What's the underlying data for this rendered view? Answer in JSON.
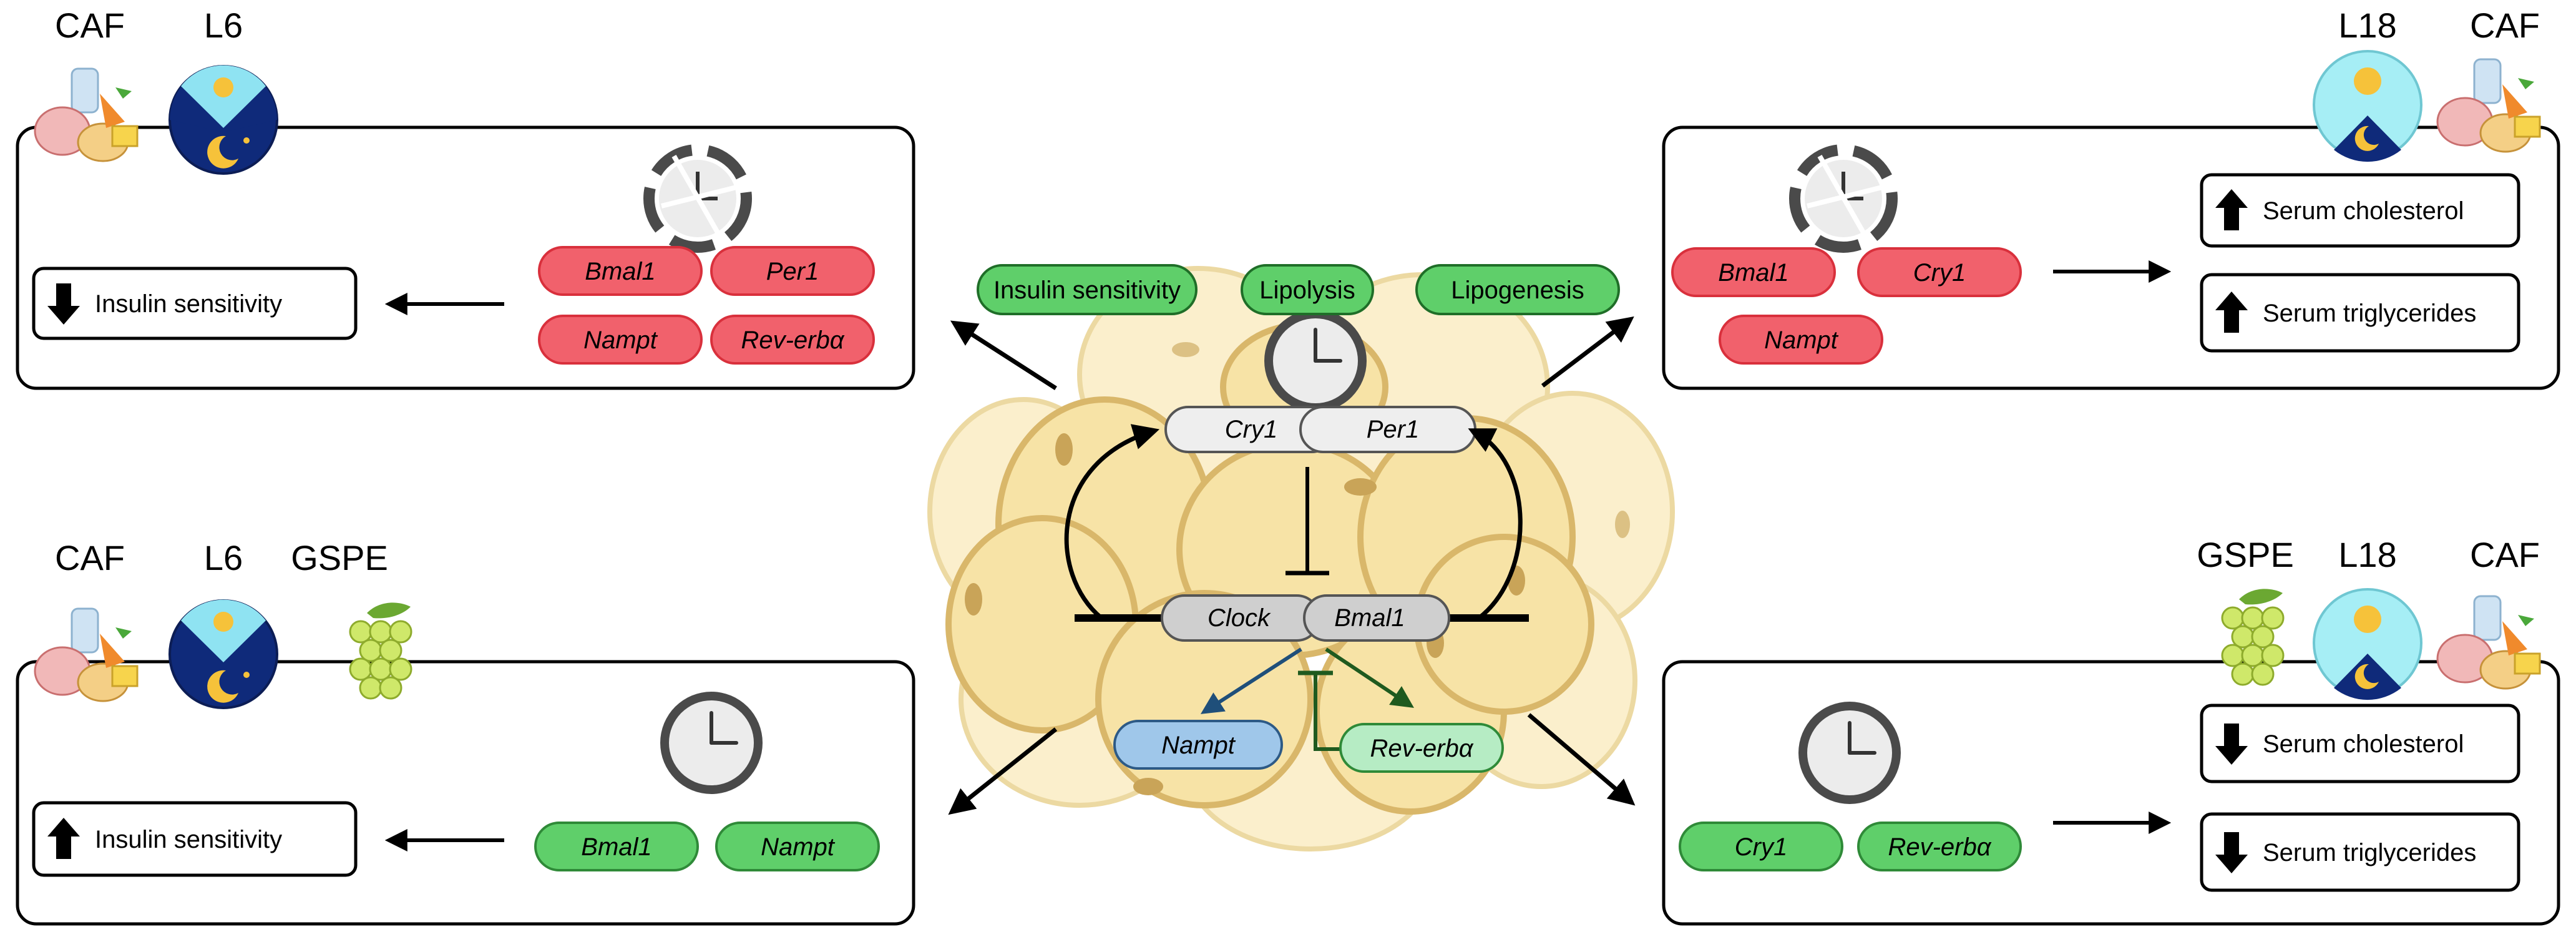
{
  "panels": {
    "top_left": {
      "icon_labels": [
        "CAF",
        "L6"
      ],
      "genes": [
        "Bmal1",
        "Per1",
        "Nampt",
        "Rev-erbα"
      ],
      "outcomes": [
        {
          "direction": "down",
          "text": "Insulin sensitivity"
        }
      ]
    },
    "top_right": {
      "icon_labels": [
        "L18",
        "CAF"
      ],
      "genes": [
        "Bmal1",
        "Cry1",
        "Nampt"
      ],
      "outcomes": [
        {
          "direction": "up",
          "text": "Serum cholesterol"
        },
        {
          "direction": "up",
          "text": "Serum triglycerides"
        }
      ]
    },
    "bottom_left": {
      "icon_labels": [
        "CAF",
        "L6",
        "GSPE"
      ],
      "genes": [
        "Bmal1",
        "Nampt"
      ],
      "outcomes": [
        {
          "direction": "up",
          "text": "Insulin sensitivity"
        }
      ]
    },
    "bottom_right": {
      "icon_labels": [
        "GSPE",
        "L18",
        "CAF"
      ],
      "genes": [
        "Cry1",
        "Rev-erbα"
      ],
      "outcomes": [
        {
          "direction": "down",
          "text": "Serum cholesterol"
        },
        {
          "direction": "down",
          "text": "Serum triglycerides"
        }
      ]
    }
  },
  "center": {
    "processes": [
      "Insulin sensitivity",
      "Lipolysis",
      "Lipogenesis"
    ],
    "repressor": [
      "Cry1",
      "Per1"
    ],
    "activator": [
      "Clock",
      "Bmal1"
    ],
    "targets": [
      "Nampt",
      "Rev-erbα"
    ]
  },
  "colors": {
    "red_fill": "#f1616c",
    "red_stroke": "#d9303c",
    "green_fill": "#5fcf6a",
    "green_stroke": "#2f8a38",
    "blue_fill": "#9fc7ea",
    "mint_fill": "#b6ecc4",
    "cell_fill": "#f7e3a6",
    "cell_stroke": "#d9b76a"
  }
}
